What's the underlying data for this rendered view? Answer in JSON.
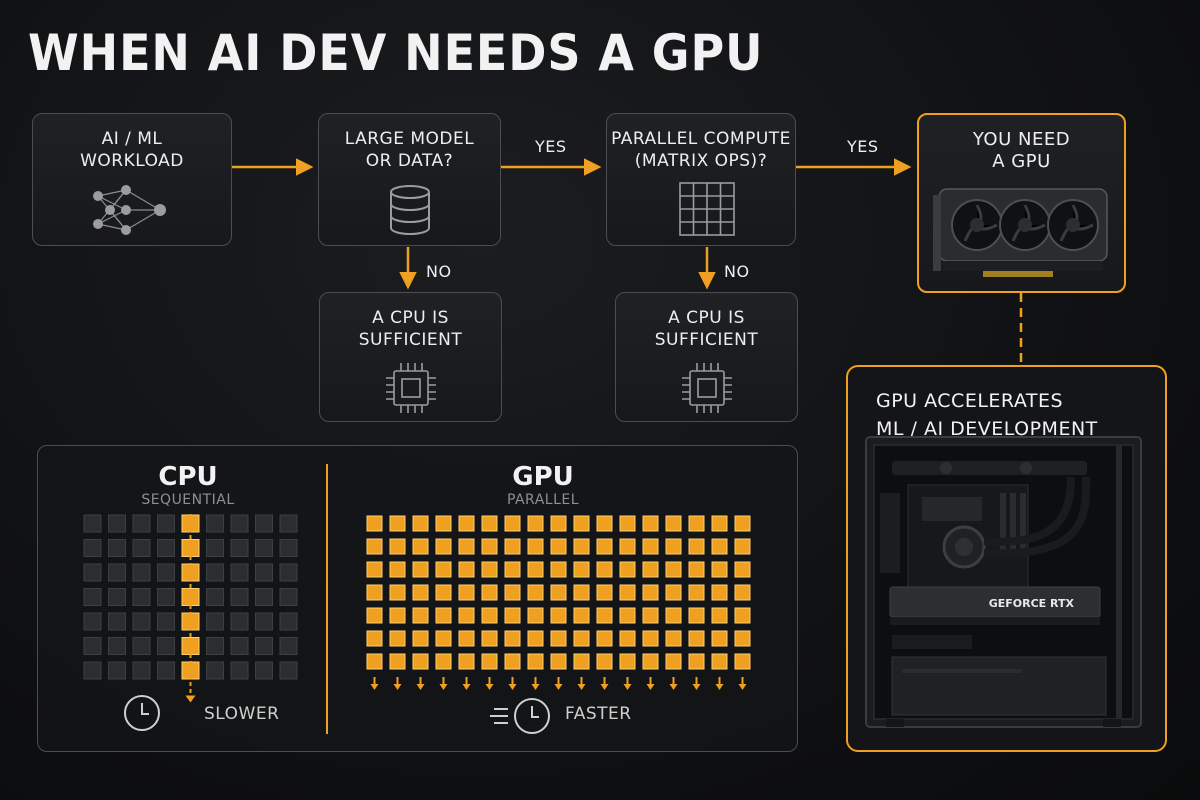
{
  "title": "WHEN AI DEV NEEDS A GPU",
  "flow": {
    "workload": {
      "line1": "AI / ML",
      "line2": "WORKLOAD"
    },
    "large_model": {
      "line1": "LARGE MODEL",
      "line2": "OR DATA?"
    },
    "parallel": {
      "line1": "PARALLEL COMPUTE",
      "line2": "(MATRIX OPS)?"
    },
    "need_gpu": {
      "line1": "YOU NEED",
      "line2": "A GPU"
    },
    "cpu_sufficient_1": {
      "line1": "A CPU IS",
      "line2": "SUFFICIENT"
    },
    "cpu_sufficient_2": {
      "line1": "A CPU IS",
      "line2": "SUFFICIENT"
    },
    "yes_label": "YES",
    "no_label": "NO"
  },
  "comparison": {
    "cpu": {
      "title": "CPU",
      "subtitle": "SEQUENTIAL",
      "speed": "SLOWER",
      "grid_cols": 9,
      "grid_rows": 7,
      "active_col": 4
    },
    "gpu": {
      "title": "GPU",
      "subtitle": "PARALLEL",
      "speed": "FASTER",
      "grid_cols": 17,
      "grid_rows": 7
    }
  },
  "accelerates": {
    "line1": "GPU ACCELERATES",
    "line2": "ML / AI DEVELOPMENT",
    "card_brand": "GEFORCE RTX"
  },
  "colors": {
    "accent": "#f0a020",
    "border": "#4a4d52",
    "cell_inactive": "#2b2d31"
  },
  "icons": [
    "neural-network-icon",
    "database-icon",
    "matrix-grid-icon",
    "cpu-chip-icon",
    "clock-icon",
    "fast-clock-icon",
    "graphics-card-icon",
    "pc-case-icon"
  ]
}
